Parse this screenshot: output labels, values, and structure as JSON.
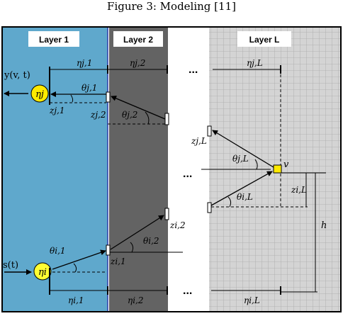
{
  "caption": "Figure 3: Modeling [11]",
  "layers": {
    "layer1": "Layer 1",
    "layer2": "Layer 2",
    "layerL": "Layer L"
  },
  "ellipsis": "...",
  "signals": {
    "output": "y(v, t)",
    "input": "s(t)"
  },
  "nodes": {
    "eta_j": "ηj",
    "eta_i": "ηi",
    "v": "v"
  },
  "labels": {
    "eta_j1": "ηj,1",
    "eta_j2": "ηj,2",
    "eta_jL": "ηj,L",
    "eta_i1": "ηi,1",
    "eta_i2": "ηi,2",
    "eta_iL": "ηi,L",
    "theta_j1": "θj,1",
    "theta_j2": "θj,2",
    "theta_jL": "θj,L",
    "theta_i1": "θi,1",
    "theta_i2": "θi,2",
    "theta_iL": "θi,L",
    "z_j1": "zj,1",
    "z_j2": "zj,2",
    "z_jL": "zj,L",
    "z_i1": "zi,1",
    "z_i2": "zi,2",
    "z_iL": "zi,L",
    "h": "h"
  },
  "colors": {
    "layer1": "#5fa8cc",
    "layer2": "#636363",
    "layerL": "#d2d2d2",
    "node": "#ffea00",
    "source": "#ffff33"
  }
}
